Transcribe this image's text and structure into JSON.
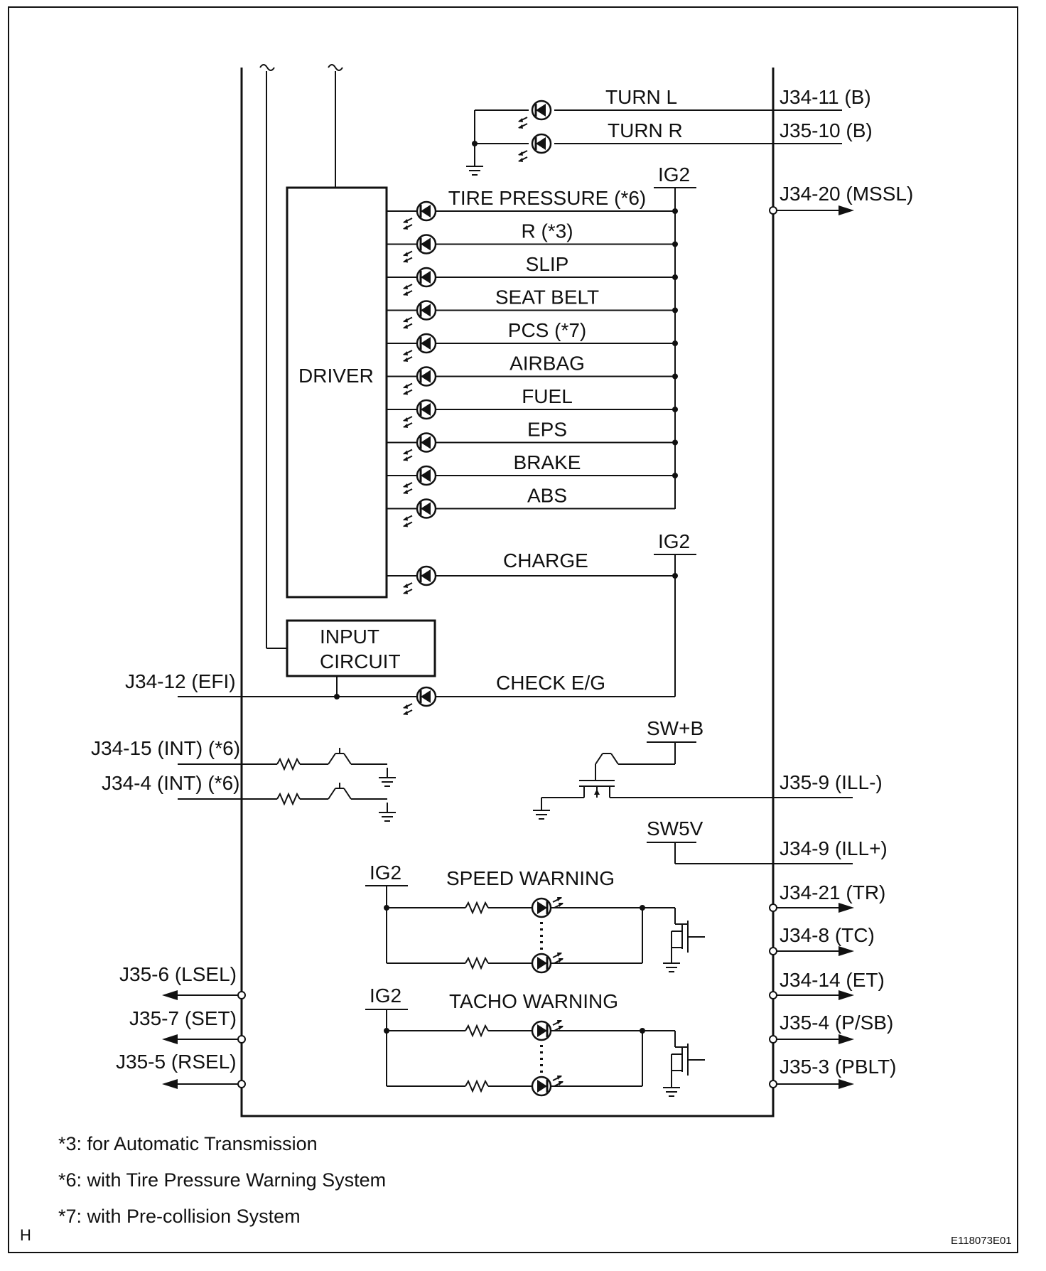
{
  "pins_right": {
    "j34_11": "J34-11 (B)",
    "j35_10": "J35-10 (B)",
    "j34_20": "J34-20 (MSSL)",
    "j35_9": "J35-9 (ILL-)",
    "j34_9": "J34-9 (ILL+)",
    "j34_21": "J34-21 (TR)",
    "j34_8": "J34-8 (TC)",
    "j34_14": "J34-14 (ET)",
    "j35_4": "J35-4 (P/SB)",
    "j35_3": "J35-3 (PBLT)"
  },
  "pins_left": {
    "j34_12": "J34-12 (EFI)",
    "j34_15": "J34-15 (INT) (*6)",
    "j34_4": "J34-4 (INT) (*6)",
    "j35_6": "J35-6 (LSEL)",
    "j35_7": "J35-7 (SET)",
    "j35_5": "J35-5 (RSEL)"
  },
  "turn": {
    "left": "TURN L",
    "right": "TURN R"
  },
  "indicators": [
    "TIRE PRESSURE (*6)",
    "R (*3)",
    "SLIP",
    "SEAT BELT",
    "PCS (*7)",
    "AIRBAG",
    "FUEL",
    "EPS",
    "BRAKE",
    "ABS"
  ],
  "charge": "CHARGE",
  "check_eg": "CHECK E/G",
  "blocks": {
    "driver": "DRIVER",
    "input_line1": "INPUT",
    "input_line2": "CIRCUIT"
  },
  "supplies": {
    "ig2_a": "IG2",
    "ig2_b": "IG2",
    "ig2_c": "IG2",
    "ig2_d": "IG2",
    "swb": "SW+B",
    "sw5v": "SW5V"
  },
  "warnings": {
    "speed": "SPEED WARNING",
    "tacho": "TACHO WARNING"
  },
  "notes": [
    "*3: for Automatic Transmission",
    "*6: with Tire Pressure Warning System",
    "*7: with Pre-collision System"
  ],
  "corner_letter": "H",
  "figure_code": "E118073E01"
}
